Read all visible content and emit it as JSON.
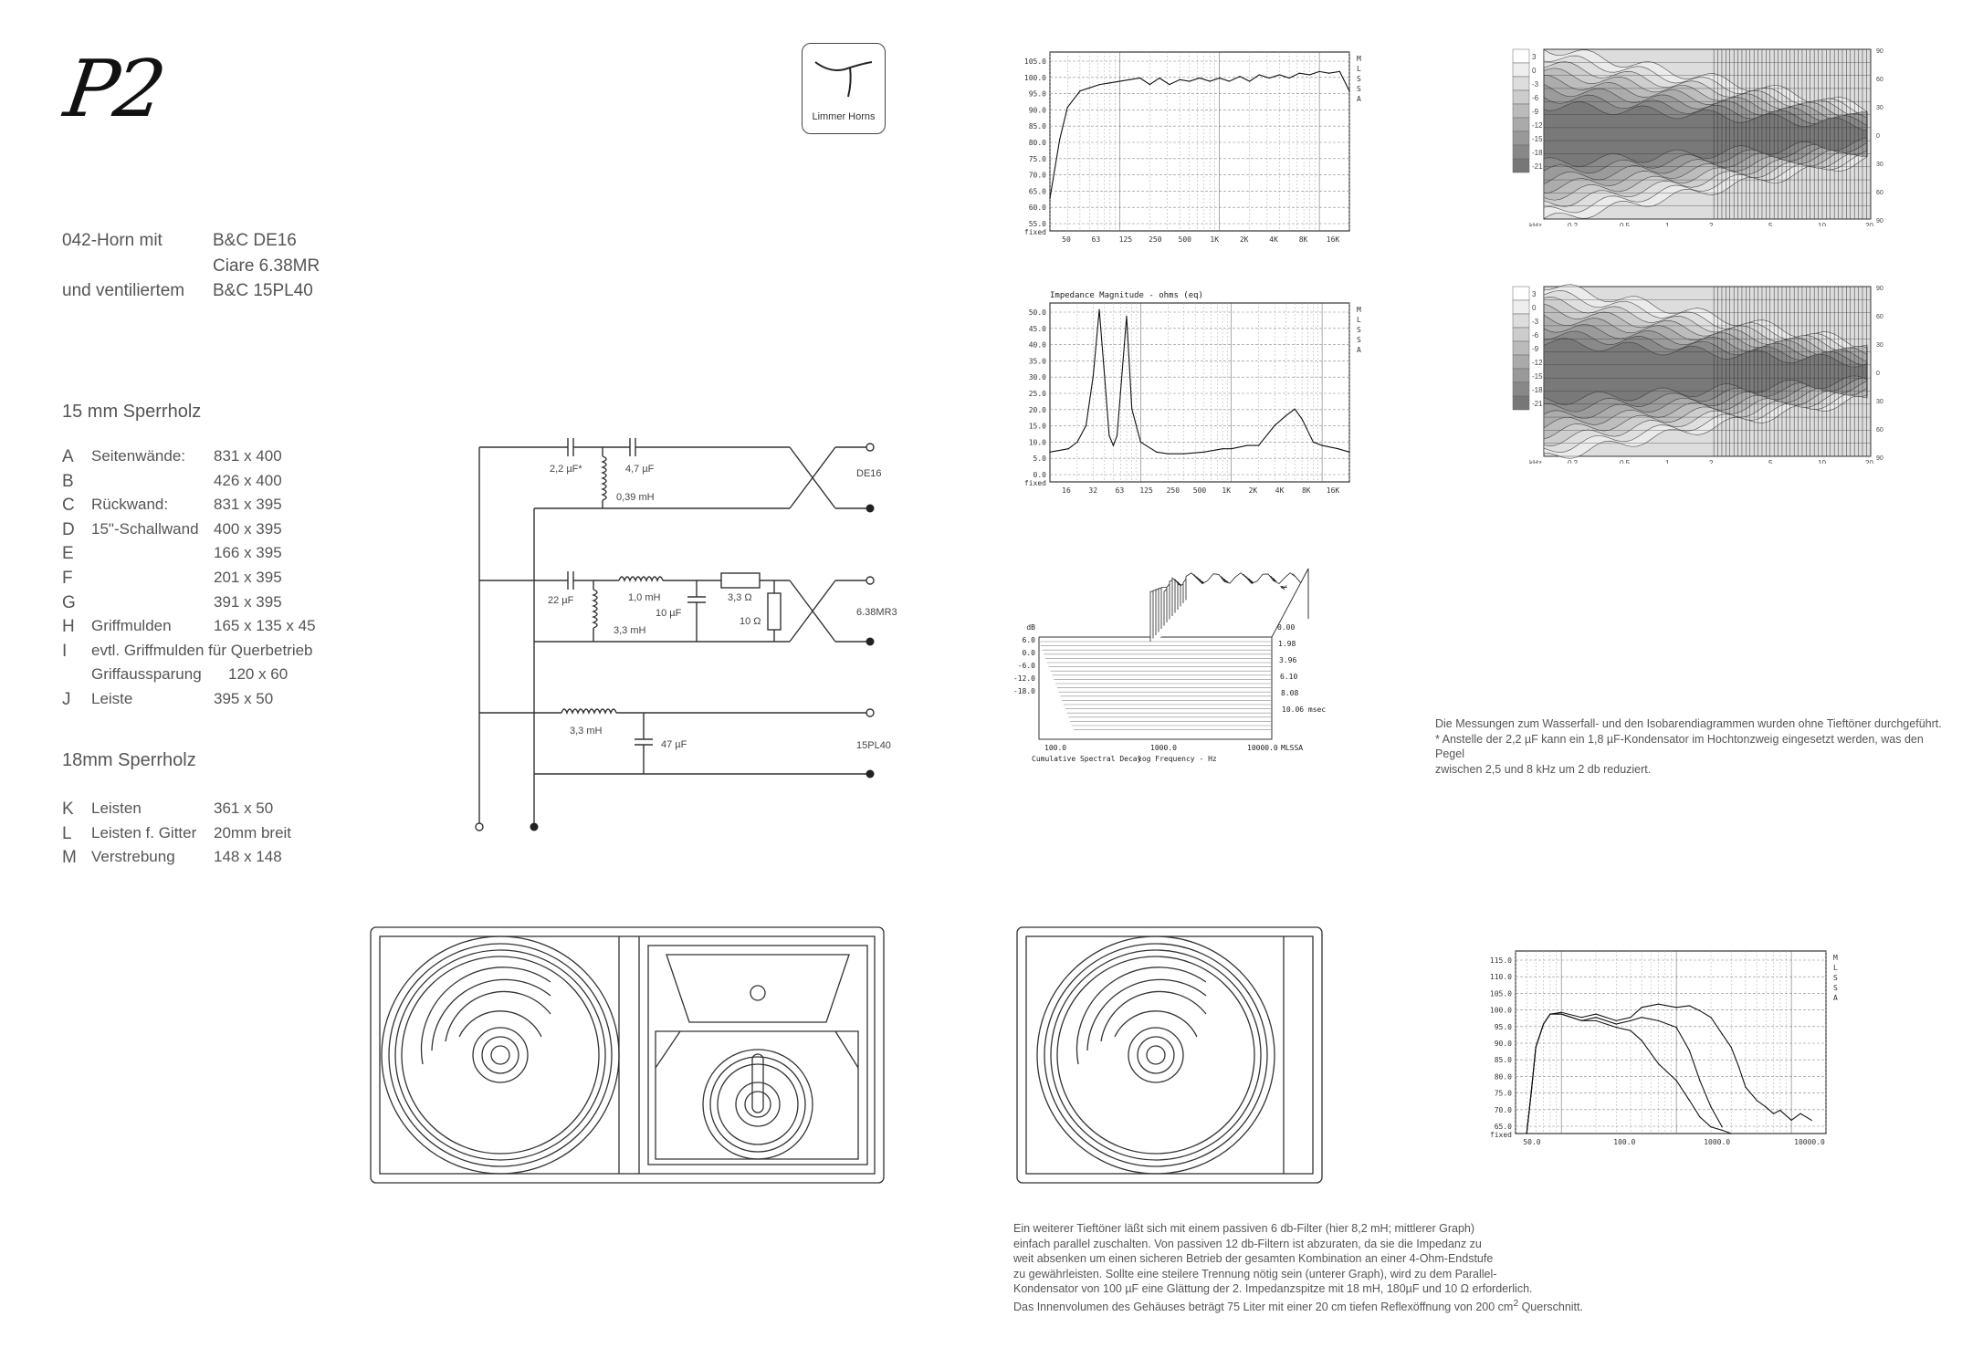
{
  "title": "P2",
  "logo": {
    "text": "Limmer Horns"
  },
  "intro": {
    "line1_left": "042-Horn mit",
    "line1_right": "B&C DE16",
    "line2_right": "Ciare 6.38MR",
    "line3_left": "und ventiliertem",
    "line3_right": "B&C 15PL40"
  },
  "sections": [
    {
      "heading": "15 mm Sperrholz",
      "rows": [
        {
          "letter": "A",
          "label": "Seitenwände:",
          "value": "831 x 400"
        },
        {
          "letter": "B",
          "label": "",
          "value": "426 x 400"
        },
        {
          "letter": "C",
          "label": "Rückwand:",
          "value": "831 x 395"
        },
        {
          "letter": "D",
          "label": "15\"-Schallwand",
          "value": "400 x 395"
        },
        {
          "letter": "E",
          "label": "",
          "value": "166 x 395"
        },
        {
          "letter": "F",
          "label": "",
          "value": "201 x 395"
        },
        {
          "letter": "G",
          "label": "",
          "value": "391 x 395"
        },
        {
          "letter": "H",
          "label": "Griffmulden",
          "value": "165 x 135 x 45"
        },
        {
          "letter": "I",
          "label": "evtl. Griffmulden für Querbetrieb",
          "value": ""
        },
        {
          "letter": "",
          "label": "Griffaussparung",
          "value": "120 x 60"
        },
        {
          "letter": "J",
          "label": "Leiste",
          "value": "395 x 50"
        }
      ]
    },
    {
      "heading": "18mm Sperrholz",
      "rows": [
        {
          "letter": "K",
          "label": "Leisten",
          "value": "361 x 50"
        },
        {
          "letter": "L",
          "label": "Leisten f. Gitter",
          "value": "20mm breit"
        },
        {
          "letter": "M",
          "label": "Verstrebung",
          "value": "148 x 148"
        }
      ]
    }
  ],
  "schematic": {
    "c1": "2,2 µF*",
    "c2": "4,7 µF",
    "l1": "0,39 mH",
    "d1": "DE16",
    "c3": "22 µF",
    "l2": "1,0 mH",
    "r1": "3,3 Ω",
    "c4": "10 µF",
    "r2": "10 Ω",
    "l3": "3,3 mH",
    "d2": "6.38MR3",
    "l4": "3,3 mH",
    "c5": "47 µF",
    "d3": "15PL40"
  },
  "note_right": {
    "l1": "Die Messungen zum Wasserfall- und den Isobarendiagrammen wurden ohne Tieftöner durchgeführt.",
    "l2": "* Anstelle der 2,2 µF kann ein 1,8 µF-Kondensator  im Hochtonzweig eingesetzt werden, was den Pegel",
    "l3": "zwischen 2,5 und 8 kHz um 2 db reduziert."
  },
  "note_bottom": {
    "l1": "Ein weiterer Tieftöner läßt sich mit einem passiven 6 db-Filter (hier 8,2 mH; mittlerer Graph)",
    "l2": "einfach parallel zuschalten. Von passiven 12 db-Filtern ist abzuraten, da sie die Impedanz  zu",
    "l3": "weit absenken um einen sicheren Betrieb der gesamten Kombination an einer 4-Ohm-Endstufe",
    "l4": "zu gewährleisten. Sollte eine steilere Trennung nötig sein (unterer Graph), wird zu dem Parallel-",
    "l5": "Kondensator von 100 µF eine Glättung der 2. Impedanzspitze mit 18 mH, 180µF und 10 Ω erforderlich.",
    "l6": "Das Innenvolumen des Gehäuses beträgt 75 Liter mit einer 20 cm tiefen Reflexöffnung von 200 cm",
    "l6_sup": "2",
    "l6_end": " Querschnitt."
  },
  "mlssa": "MLSSA",
  "chart_data": [
    {
      "type": "line",
      "x_ticks": [
        "50",
        "63",
        "125",
        "250",
        "500",
        "1K",
        "2K",
        "4K",
        "8K",
        "16K"
      ],
      "y_ticks": [
        "105.0",
        "100.0",
        "95.0",
        "90.0",
        "85.0",
        "80.0",
        "75.0",
        "70.0",
        "65.0",
        "60.0",
        "55.0"
      ],
      "bottom_label": "fixed",
      "x": [
        20,
        25,
        30,
        40,
        50,
        63,
        80,
        100,
        125,
        160,
        200,
        250,
        315,
        400,
        500,
        630,
        800,
        1000,
        1250,
        1600,
        2000,
        2500,
        3150,
        4000,
        5000,
        6300,
        8000,
        10000,
        12500,
        16000,
        20000
      ],
      "y": [
        62,
        80,
        90,
        95,
        96,
        97,
        97.5,
        98,
        98.5,
        99,
        97,
        99,
        97,
        98.5,
        98,
        99,
        98,
        99,
        98,
        99.5,
        98,
        100,
        99,
        100,
        99,
        100.5,
        100,
        101,
        100.5,
        101,
        95
      ],
      "ylim": [
        52,
        107
      ]
    },
    {
      "type": "line",
      "title": "Impedance Magnitude - ohms (eq)",
      "x_ticks": [
        "16",
        "32",
        "63",
        "125",
        "250",
        "500",
        "1K",
        "2K",
        "4K",
        "8K",
        "16K"
      ],
      "y_ticks": [
        "50.0",
        "45.0",
        "40.0",
        "35.0",
        "30.0",
        "25.0",
        "20.0",
        "15.0",
        "10.0",
        "5.0",
        "0.0"
      ],
      "bottom_label": "fixed",
      "x": [
        10,
        16,
        20,
        25,
        30,
        35,
        40,
        45,
        50,
        55,
        60,
        70,
        80,
        100,
        150,
        200,
        300,
        500,
        800,
        1000,
        1500,
        2000,
        3000,
        4000,
        5000,
        6000,
        8000,
        10000,
        15000,
        20000
      ],
      "y": [
        7,
        8,
        10,
        15,
        30,
        50,
        30,
        12,
        9,
        12,
        25,
        48,
        20,
        10,
        7,
        6.5,
        6.5,
        7,
        8,
        8,
        9,
        9,
        15,
        18,
        20,
        17,
        10,
        9,
        8,
        7
      ],
      "ylim": [
        -2,
        52
      ]
    },
    {
      "type": "area",
      "subtype": "waterfall",
      "title": "Cumulative Spectral Decay",
      "xlabel": "log Frequency - Hz",
      "x_ticks": [
        "100.0",
        "1000.0",
        "10000.0"
      ],
      "y_ticks": [
        "dB",
        "6.0",
        "0.0",
        "-6.0",
        "-12.0",
        "-18.0"
      ],
      "time_ticks": [
        "0.00",
        "1.98",
        "3.96",
        "6.10",
        "8.08",
        "10.06 msec"
      ]
    },
    {
      "type": "heatmap",
      "subtype": "isobar",
      "legend_ticks": [
        "3",
        "0",
        "-3",
        "-6",
        "-9",
        "-12",
        "-15",
        "-18",
        "-21"
      ],
      "x_ticks": [
        "kHz",
        "0.2",
        "0.5",
        "1",
        "2",
        "5",
        "10",
        "20"
      ],
      "y_ticks": [
        "90",
        "60",
        "30",
        "0",
        "30",
        "60",
        "90"
      ]
    },
    {
      "type": "heatmap",
      "subtype": "isobar",
      "legend_ticks": [
        "3",
        "0",
        "-3",
        "-6",
        "-9",
        "-12",
        "-15",
        "-18",
        "-21"
      ],
      "x_ticks": [
        "kHz",
        "0.2",
        "0.5",
        "1",
        "2",
        "5",
        "10",
        "20"
      ],
      "y_ticks": [
        "90",
        "60",
        "30",
        "0",
        "30",
        "60",
        "90"
      ]
    },
    {
      "type": "line",
      "x_ticks": [
        "50.0",
        "100.0",
        "1000.0",
        "10000.0"
      ],
      "y_ticks": [
        "115.0",
        "110.0",
        "105.0",
        "100.0",
        "95.0",
        "90.0",
        "85.0",
        "80.0",
        "75.0",
        "70.0",
        "65.0"
      ],
      "bottom_label": "fixed",
      "series": [
        {
          "x": [
            50,
            55,
            60,
            70,
            80,
            100,
            150,
            200,
            300,
            400,
            500,
            700,
            1000,
            1300,
            1600,
            2000,
            2500,
            3000,
            3500,
            4000,
            5000,
            6000,
            7000,
            8000,
            10000,
            12000,
            15000
          ],
          "y": [
            62,
            75,
            88,
            95,
            98,
            98.5,
            97,
            98,
            96,
            97,
            100,
            101,
            100,
            100.5,
            99,
            97,
            92,
            88,
            82,
            76,
            72,
            70,
            68,
            69,
            66,
            68,
            66
          ]
        },
        {
          "x": [
            50,
            55,
            60,
            70,
            80,
            100,
            150,
            200,
            300,
            400,
            500,
            700,
            1000,
            1300,
            1600,
            2000,
            2500,
            3000
          ],
          "y": [
            62,
            75,
            88,
            95,
            98,
            98,
            96,
            96,
            94,
            93,
            90,
            83,
            78,
            72,
            67,
            64,
            63,
            62
          ]
        },
        {
          "x": [
            50,
            55,
            60,
            70,
            80,
            100,
            150,
            200,
            300,
            400,
            500,
            700,
            1000,
            1300,
            1600,
            2000,
            2500
          ],
          "y": [
            62,
            75,
            88,
            95,
            98,
            98,
            96,
            97,
            95,
            96,
            97,
            96,
            94,
            87,
            78,
            70,
            64
          ]
        }
      ],
      "ylim": [
        62,
        117
      ]
    }
  ]
}
